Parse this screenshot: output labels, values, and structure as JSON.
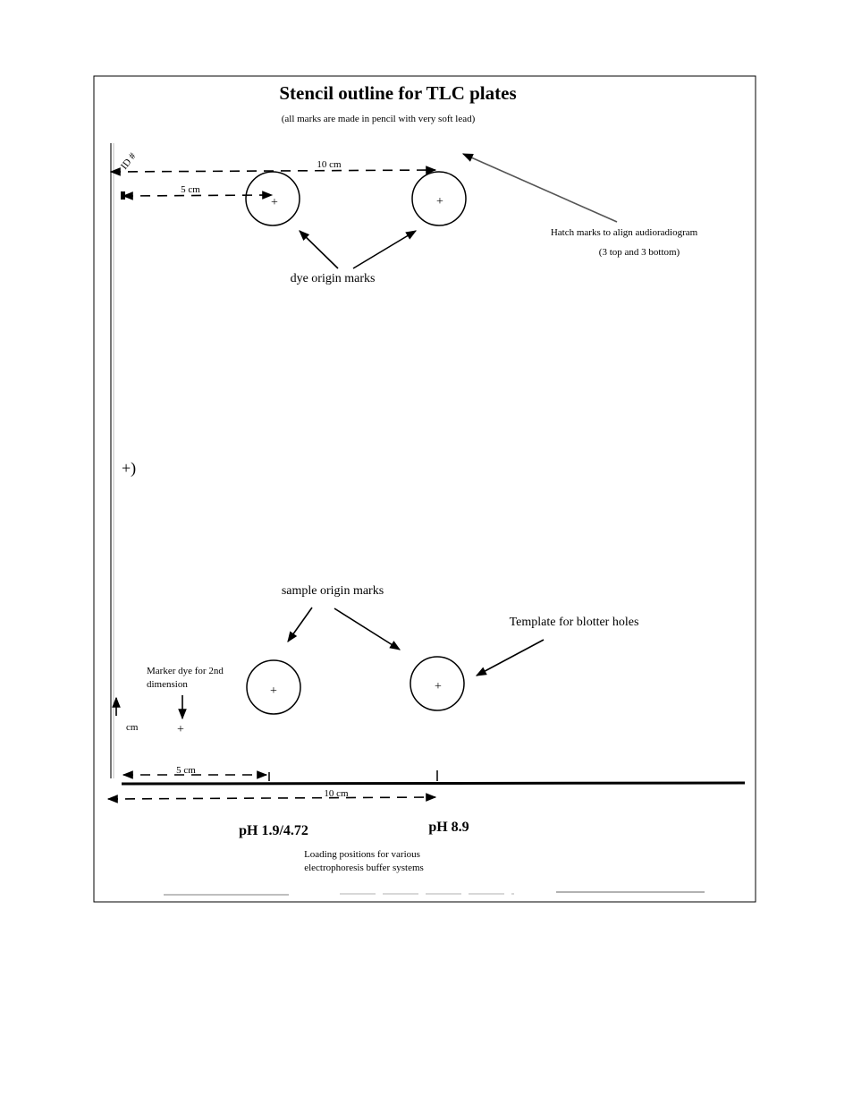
{
  "title": "Stencil outline for TLC plates",
  "subtitle": "(all marks are made in pencil with very soft lead)",
  "id_label": "ID #",
  "dist_10cm": "10 cm",
  "dist_5cm": "5 cm",
  "plus": "+",
  "polarity_mark": "+)",
  "dye_origin_label": "dye origin marks",
  "hatch_label_1": "Hatch marks to align audioradiogram",
  "hatch_label_2": "(3 top and 3 bottom)",
  "sample_origin_label": "sample origin marks",
  "blotter_label": "Template for blotter holes",
  "marker_dye_1": "Marker dye for 2nd",
  "marker_dye_2": "dimension",
  "one_cm": "cm",
  "ph_left": "pH 1.9/4.72",
  "ph_right": "pH 8.9",
  "loading_1": "Loading positions for various",
  "loading_2": "electrophoresis buffer systems"
}
